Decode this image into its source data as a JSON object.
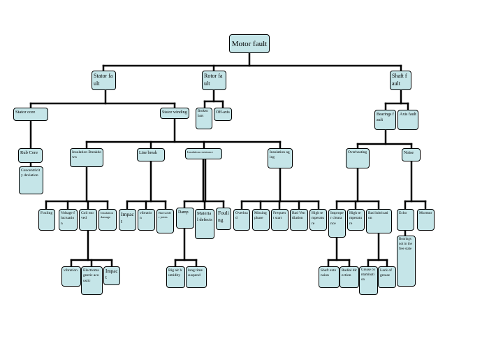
{
  "nodes": {
    "motor": "Motor fault",
    "stator": "Stator fault",
    "rotor": "Rotor fault",
    "shaft": "Shaft fault",
    "stator_core": "Stator core",
    "stator_winding": "Stator winding",
    "broken_bars": "Broken bars",
    "off_axis": "Off-axis",
    "bearings_fault": "Bearings fault",
    "axis_fault": "Axis fault",
    "rub_core": "Rub Core",
    "concentricity": "Concentricity deviation",
    "insulation_breakdown": "Insulation Breakdown",
    "line_break": "Line break",
    "insulation_resistance": "Insulation resistance",
    "insulation_aging": "Insulation aging",
    "overheating": "Overheating",
    "noise": "Noise",
    "fouling1": "Fouling",
    "voltage_fluct": "Voltage fluctuation",
    "coil_moved": "Coil moved",
    "insulation_damage": "Insulation damage",
    "impact1": "Impact",
    "vibration1": "vibration",
    "bad_solder": "Bad solder joints",
    "damp": "Damp",
    "material_defects": "Material defects",
    "fouling2": "Fouling",
    "overload": "Overload",
    "missing_phase": "Missing phase",
    "frequent_start": "Frequent start",
    "bad_ventilation": "Bad Ventilation",
    "high_temp1": "High temperature",
    "improper_clearance": "Improper clearance",
    "high_temp2": "High temperature",
    "bad_lubrication": "Bad lubrication",
    "echo": "Echo",
    "murmur": "Murmur",
    "bearings_not_free": "Bearings not in the free state",
    "vibration2": "vibration",
    "electromagnetic": "Electromagnetic acoustic",
    "impact2": "Impact",
    "big_air_humidity": "Big air humidity",
    "long_time_suspend": "long time suspend",
    "shaft_extension": "Shaft extension",
    "radial_direction": "Radial direction",
    "grease_contamination": "Grease contamination",
    "lack_of_grease": "Lack of grease"
  }
}
